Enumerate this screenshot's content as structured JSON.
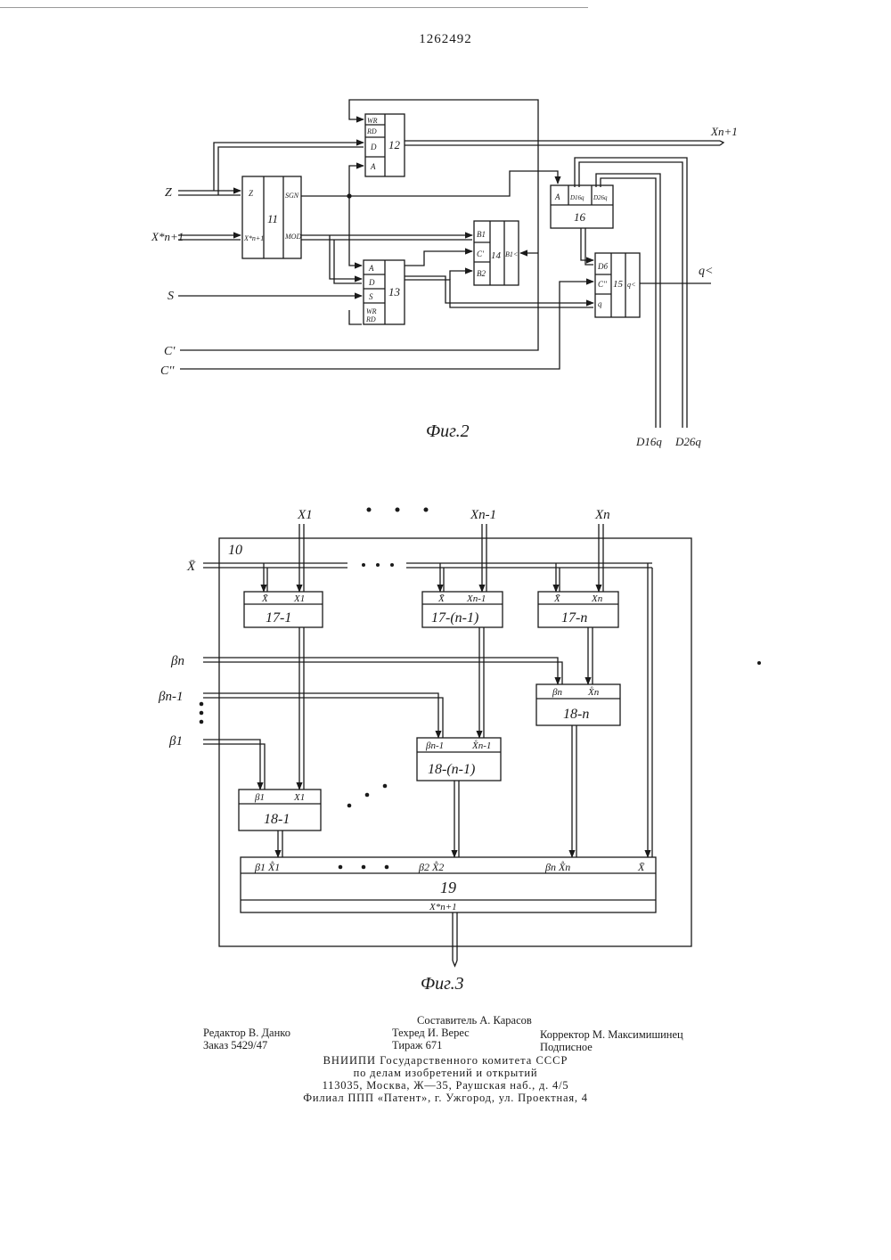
{
  "page_number": "1262492",
  "fig2": {
    "caption": "Фиг.2",
    "inputs": {
      "z": "Z",
      "x": "X*n+1",
      "s": "S",
      "c1": "C'",
      "c2": "C''"
    },
    "outputs": {
      "x": "Xn+1",
      "q": "q<",
      "d1": "D16q",
      "d2": "D26q"
    },
    "blocks": {
      "b11": {
        "id": "11",
        "ports": [
          "Z",
          "X*n+1",
          "SGN",
          "MOD"
        ]
      },
      "b12": {
        "id": "12",
        "ports": [
          "WR",
          "RD",
          "D",
          "A"
        ]
      },
      "b13": {
        "id": "13",
        "ports": [
          "A",
          "D",
          "S",
          "WR",
          "RD"
        ]
      },
      "b14": {
        "id": "14",
        "ports": [
          "B1",
          "C'",
          "B2",
          "B1<"
        ]
      },
      "b15": {
        "id": "15",
        "ports": [
          "Dб",
          "C''",
          "q",
          "q<"
        ]
      },
      "b16": {
        "id": "16",
        "ports": [
          "A",
          "D16q",
          "D26q"
        ]
      }
    }
  },
  "fig3": {
    "caption": "Фиг.3",
    "frame_label": "10",
    "inputs": {
      "x1": "X1",
      "xn1": "Xn-1",
      "xn": "Xn",
      "xbar": "X̄",
      "bn": "βn",
      "bn1": "βn-1",
      "b1": "β1"
    },
    "blocks": {
      "b17_1": {
        "id": "17-1",
        "ports": [
          "X̄",
          "X1"
        ]
      },
      "b17_n1": {
        "id": "17-(n-1)",
        "ports": [
          "X̄",
          "Xn-1"
        ]
      },
      "b17_n": {
        "id": "17-n",
        "ports": [
          "X̄",
          "Xn"
        ]
      },
      "b18_n": {
        "id": "18-n",
        "ports": [
          "βn",
          "X̊n"
        ]
      },
      "b18_n1": {
        "id": "18-(n-1)",
        "ports": [
          "βn-1",
          "X̊n-1"
        ]
      },
      "b18_1": {
        "id": "18-1",
        "ports": [
          "β1",
          "X1"
        ]
      },
      "b19": {
        "id": "19",
        "ports": [
          "β1 X̊1",
          "β2 X̊2",
          "βn X̊n",
          "X̄"
        ],
        "output": "X*n+1"
      }
    }
  },
  "credits": {
    "compiler": "Составитель А. Карасов",
    "editor": "Редактор В. Данко",
    "techred": "Техред И. Верес",
    "corrector": "Корректор М. Максимишинец",
    "order": "Заказ 5429/47",
    "print_run": "Тираж 671",
    "subscription": "Подписное",
    "org1": "ВНИИПИ Государственного комитета СССР",
    "org2": "по делам изобретений и открытий",
    "address1": "113035, Москва, Ж—35, Раушская наб., д. 4/5",
    "address2": "Филиал ППП «Патент», г. Ужгород, ул. Проектная, 4"
  }
}
